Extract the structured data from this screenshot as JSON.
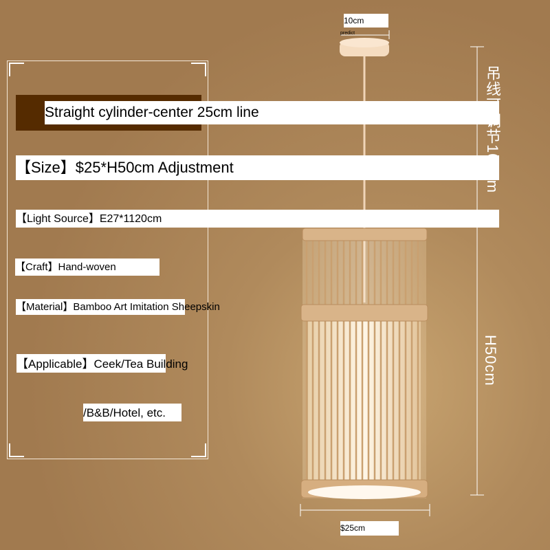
{
  "title": "Straight cylinder-center 25cm line",
  "specs": {
    "size": "【Size】$25*H50cm Adjustment",
    "light_source": "【Light Source】E27*1120cm",
    "craft": "【Craft】Hand-woven",
    "material": "【Material】Bamboo Art  Imitation Sheepskin",
    "applicable": "【Applicable】Ceek/Tea Building",
    "applicable_cont": "/B&B/Hotel, etc."
  },
  "dimensions": {
    "canopy_width": "10cm",
    "canopy_note": "predict",
    "cord_length": "吊线可调节100cm",
    "height": "H50cm",
    "diameter": "$25cm"
  },
  "colors": {
    "background": "#a17a4f",
    "title_bar": "#552b00"
  }
}
